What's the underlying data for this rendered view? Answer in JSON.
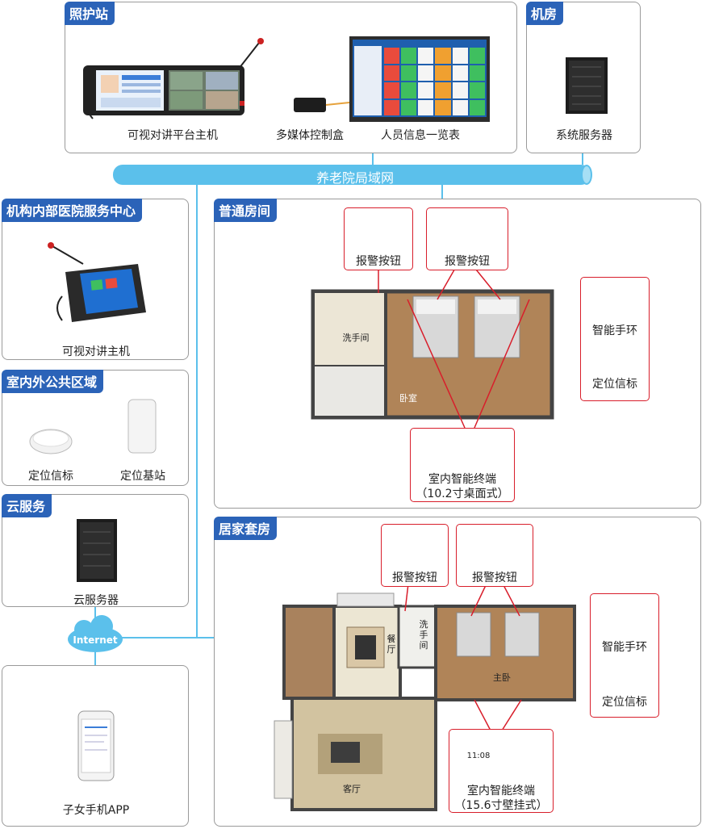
{
  "sections": {
    "nurse_station": "照护站",
    "machine_room": "机房",
    "hospital_center": "机构内部医院服务中心",
    "public_area": "室内外公共区域",
    "cloud": "云服务",
    "standard_room": "普通房间",
    "suite": "居家套房"
  },
  "network": {
    "lan": "养老院局域网",
    "internet": "Internet"
  },
  "devices": {
    "video_host_platform": "可视对讲平台主机",
    "media_box": "多媒体控制盒",
    "info_board": "人员信息一览表",
    "system_server": "系统服务器",
    "video_host": "可视对讲主机",
    "beacon": "定位信标",
    "base_station": "定位基站",
    "cloud_server": "云服务器",
    "family_app": "子女手机APP"
  },
  "standard_room": {
    "alarm_1": "报警按钮",
    "alarm_2": "报警按钮",
    "bathroom": "洗手间",
    "bedroom": "卧室",
    "bracelet": "智能手环",
    "beacon": "定位信标",
    "terminal_line1": "室内智能终端",
    "terminal_line2": "（10.2寸桌面式）"
  },
  "suite": {
    "alarm_1": "报警按钮",
    "alarm_2": "报警按钮",
    "dining": "餐厅",
    "bathroom": "洗手间",
    "master_bedroom": "主卧",
    "living_room": "客厅",
    "bracelet": "智能手环",
    "beacon": "定位信标",
    "terminal_line1": "室内智能终端",
    "terminal_line2": "（15.6寸壁挂式）",
    "terminal_time": "11:08"
  },
  "colors": {
    "title_bg": "#2b63b8",
    "lan": "#5bc0eb",
    "alarm_red": "#d81e2b",
    "wood": "#b08458"
  }
}
